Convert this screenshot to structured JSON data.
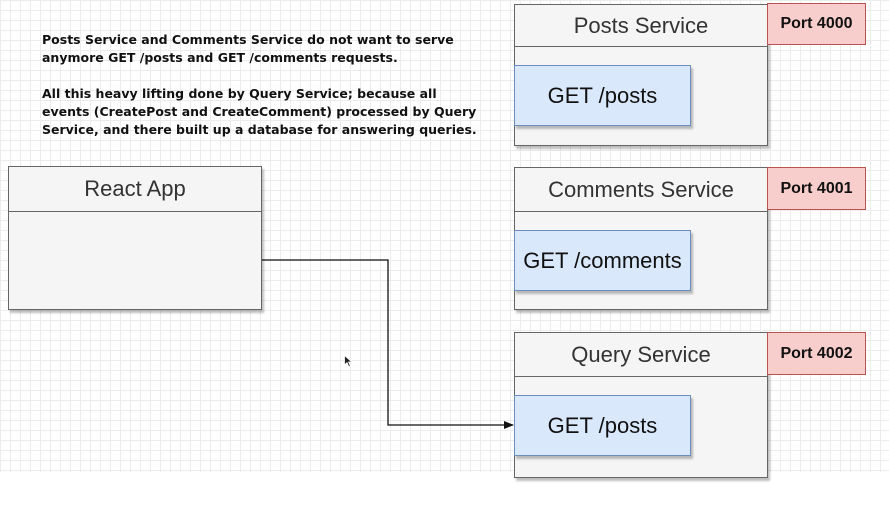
{
  "note": {
    "paragraph_1": "Posts Service and Comments Service do not want to serve anymore GET /posts and GET /comments requests.",
    "paragraph_2": "All this heavy lifting done by Query Service; because all events (CreatePost and CreateComment) processed by Query Service, and there built up a database for answering queries."
  },
  "react_app": {
    "title": "React App"
  },
  "services": [
    {
      "title": "Posts Service",
      "route": "GET /posts",
      "port": "Port 4000"
    },
    {
      "title": "Comments Service",
      "route": "GET /comments",
      "port": "Port 4001"
    },
    {
      "title": "Query Service",
      "route": "GET /posts",
      "port": "Port 4002"
    }
  ],
  "colors": {
    "route_fill": "#dae8fc",
    "route_border": "#6c8ebf",
    "port_fill": "#f8cecc",
    "port_border": "#b85450",
    "box_fill": "#f5f5f5"
  }
}
